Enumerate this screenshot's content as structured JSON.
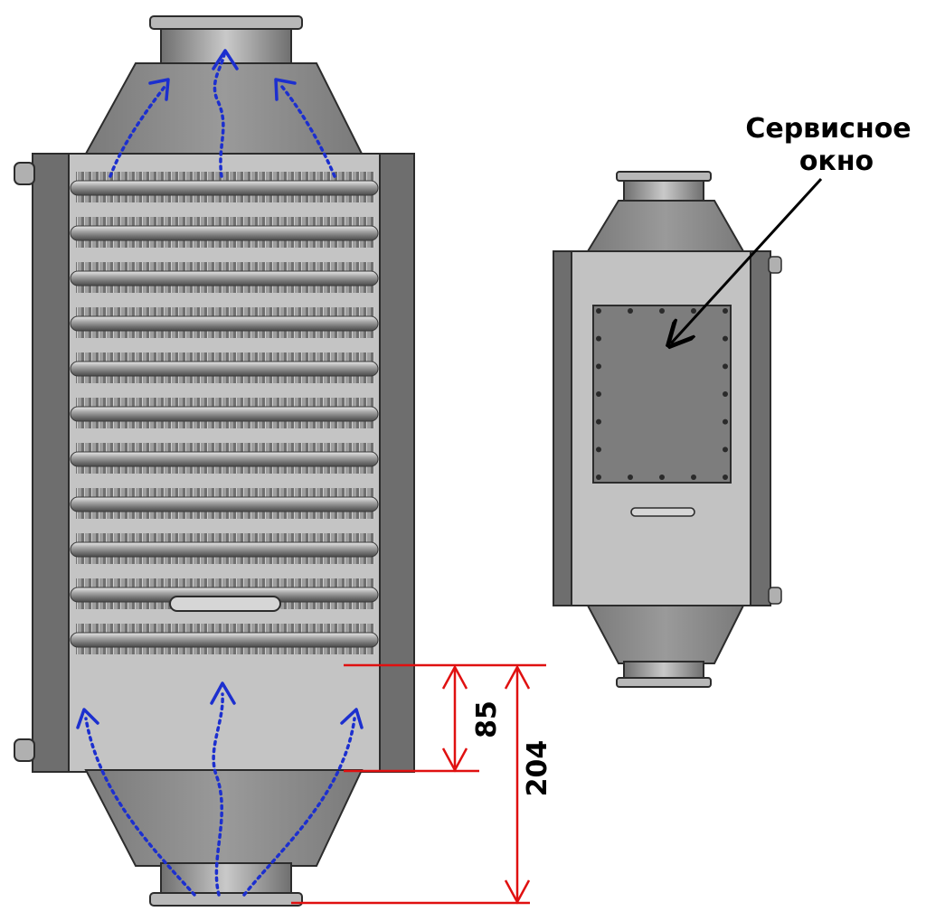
{
  "callout": {
    "line1": "Сервисное",
    "line2": "окно"
  },
  "dimensions": {
    "inner": "85",
    "outer": "204"
  },
  "colors": {
    "metal_light": "#c2c2c2",
    "metal_mid": "#8e8e8e",
    "metal_dark": "#5e5e5e",
    "outline": "#2c2c2c",
    "flow_arrows": "#1c2fcf",
    "dimension_lines": "#e01010",
    "callout_arrow": "#000000"
  }
}
